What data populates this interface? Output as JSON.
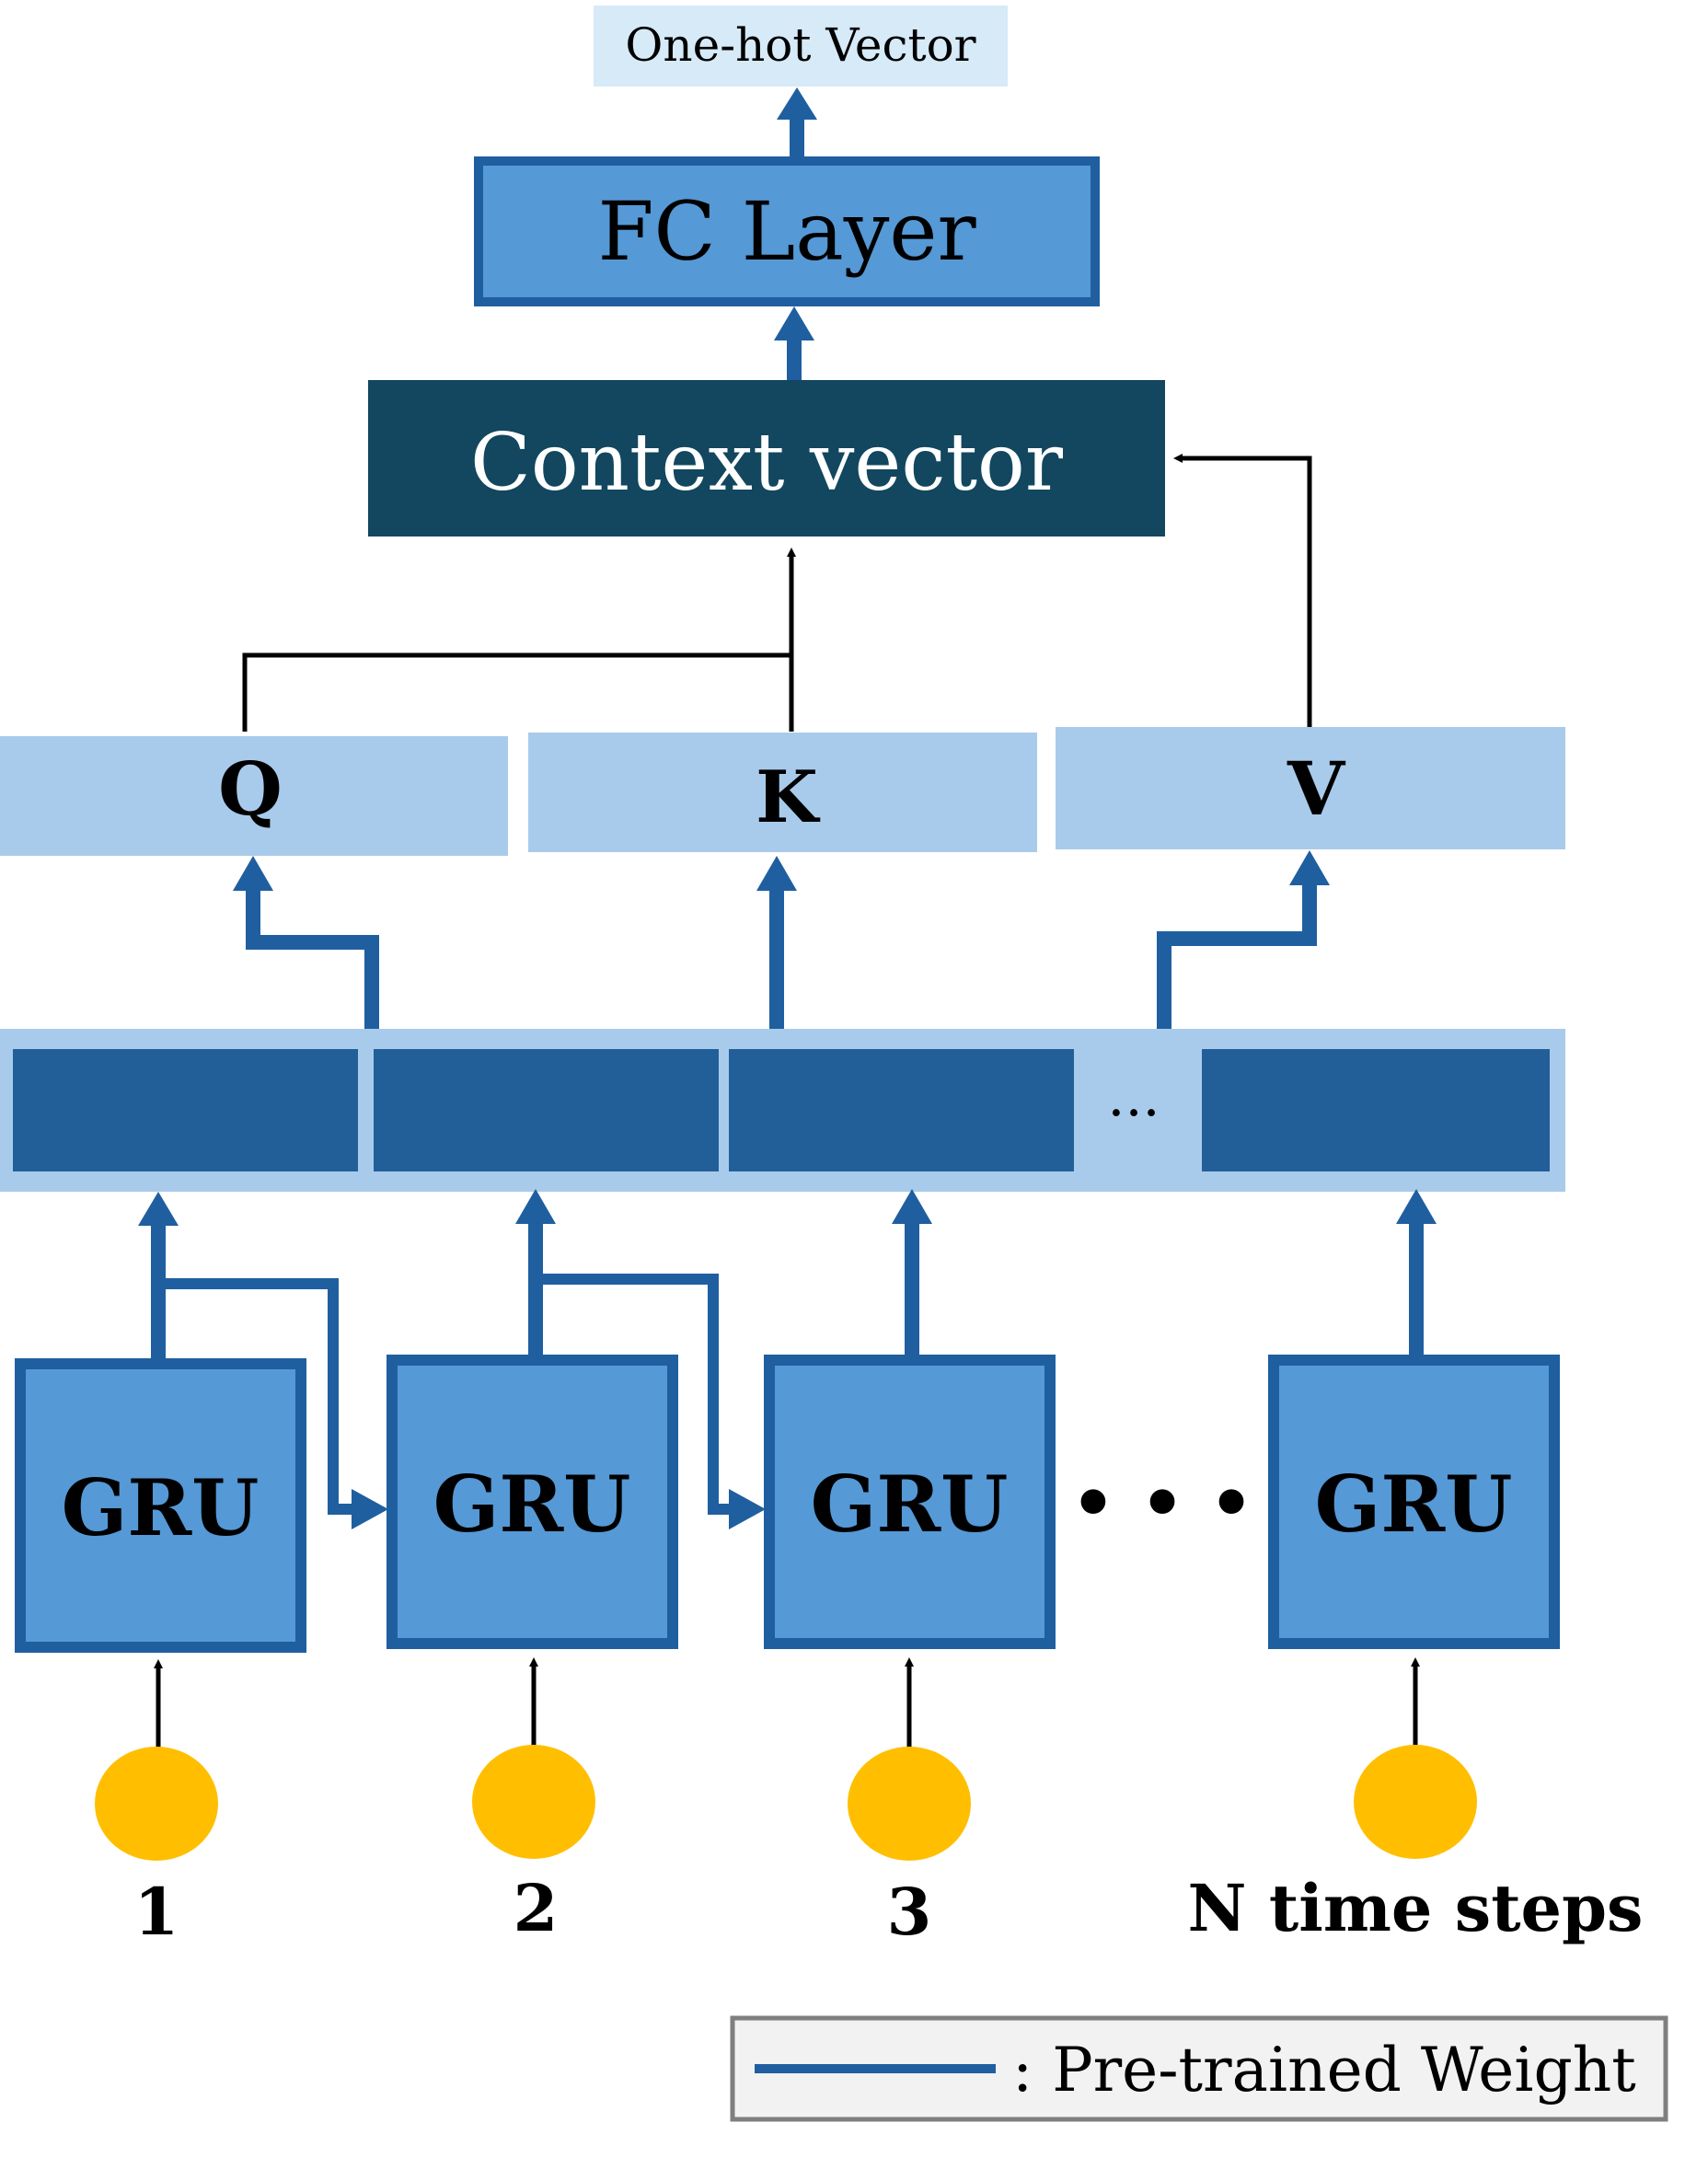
{
  "output": {
    "label": "One-hot Vector"
  },
  "fc": {
    "label": "FC Layer"
  },
  "context": {
    "label": "Context vector"
  },
  "qkv": {
    "q": "Q",
    "k": "K",
    "v": "V"
  },
  "hidden": {
    "ellipsis": "..."
  },
  "gru": {
    "label": "GRU",
    "ellipsis": "• • •",
    "steps": [
      "1",
      "2",
      "3",
      "N time steps"
    ]
  },
  "legend": {
    "text": ": Pre-trained Weight"
  },
  "colors": {
    "pale_blue": "#D6EAF8",
    "light_blue": "#A9CBEB",
    "mid_blue": "#5599D6",
    "border_blue": "#1F5FA0",
    "dark_blue": "#225F99",
    "teal_dark": "#12475F",
    "input_yellow": "#FFBF00",
    "legend_bg": "#F2F2F2",
    "legend_border": "#7F7F7F"
  }
}
